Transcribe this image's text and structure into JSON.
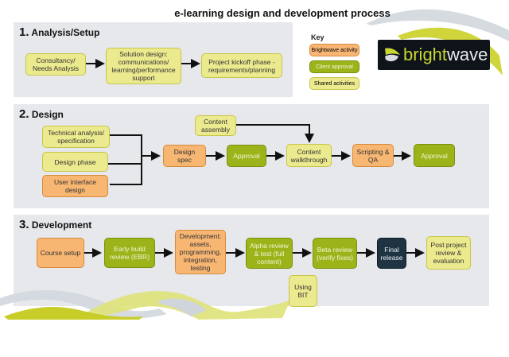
{
  "title": "e-learning design and development process",
  "key": {
    "label": "Key",
    "items": [
      {
        "label": "Brightwave activity",
        "type": "brightwave"
      },
      {
        "label": "Client approval",
        "type": "client"
      },
      {
        "label": "Shared activities",
        "type": "shared"
      }
    ]
  },
  "logo": {
    "part1": "bright",
    "part2": "wave"
  },
  "sections": [
    {
      "number": "1.",
      "title": "Analysis/Setup",
      "boxes": [
        {
          "label": "Consultancy/ Needs Analysis",
          "type": "shared"
        },
        {
          "label": "Solution design: communications/ learning/performance support",
          "type": "shared"
        },
        {
          "label": "Project kickoff phase - requirements/planning",
          "type": "shared"
        }
      ]
    },
    {
      "number": "2.",
      "title": "Design",
      "boxes": [
        {
          "label": "Technical analysis/ specification",
          "type": "shared"
        },
        {
          "label": "Design phase",
          "type": "shared"
        },
        {
          "label": "User interface design",
          "type": "brightwave"
        },
        {
          "label": "Content assembly",
          "type": "shared"
        },
        {
          "label": "Design spec",
          "type": "brightwave"
        },
        {
          "label": "Approval",
          "type": "client"
        },
        {
          "label": "Content walkthrough",
          "type": "shared"
        },
        {
          "label": "Scripting & QA",
          "type": "brightwave"
        },
        {
          "label": "Approval",
          "type": "client"
        }
      ]
    },
    {
      "number": "3.",
      "title": "Development",
      "boxes": [
        {
          "label": "Course setup",
          "type": "brightwave"
        },
        {
          "label": "Early build review (EBR)",
          "type": "client"
        },
        {
          "label": "Development: assets, programming, integration, testing",
          "type": "brightwave"
        },
        {
          "label": "Alpha review & test (full content)",
          "type": "client"
        },
        {
          "label": "Beta review (verify fixes)",
          "type": "client"
        },
        {
          "label": "Final release",
          "type": "final"
        },
        {
          "label": "Post project review & evaluation",
          "type": "shared"
        },
        {
          "label": "Using BIT",
          "type": "shared"
        }
      ]
    }
  ],
  "colors": {
    "brightwave": "#f8b673",
    "client": "#9cb41a",
    "shared": "#ecea8e",
    "final": "#1f3443",
    "section_bg": "#e6e8ec",
    "logo_accent": "#c9d630"
  }
}
